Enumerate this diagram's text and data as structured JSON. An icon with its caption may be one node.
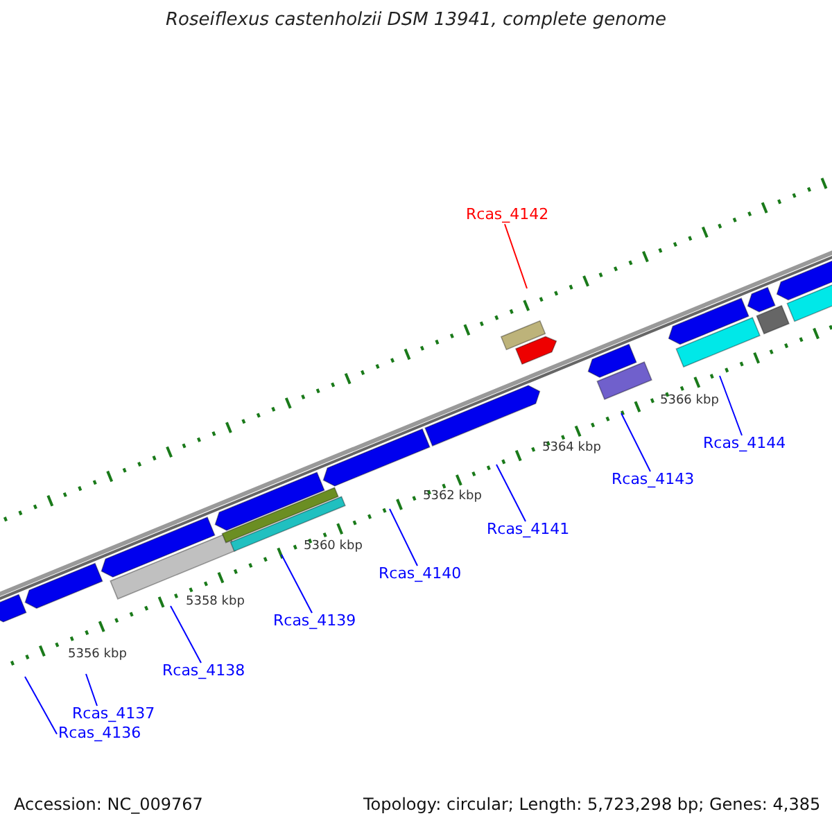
{
  "diagram": {
    "title": "Roseiflexus castenholzii DSM 13941, complete genome",
    "nodes": [
      {
        "text": [
          "Rcas_4142"
        ]
      },
      {
        "text": [
          "Rcas_4144"
        ]
      },
      {
        "text": [
          "Rcas_4143"
        ]
      },
      {
        "text": [
          "Rcas_4141"
        ]
      },
      {
        "text": [
          "Rcas_4140"
        ]
      },
      {
        "text": [
          "Rcas_4139"
        ]
      },
      {
        "text": [
          "Rcas_4138"
        ]
      },
      {
        "text": [
          "Rcas_4137"
        ]
      },
      {
        "text": [
          "Rcas_4136"
        ]
      }
    ],
    "edges": [
      {
        "from": 0,
        "to": null,
        "arrow": "none",
        "color": "#ff0000"
      },
      {
        "from": 1,
        "to": null,
        "arrow": "none"
      },
      {
        "from": 2,
        "to": null,
        "arrow": "none"
      },
      {
        "from": 3,
        "to": null,
        "arrow": "none"
      },
      {
        "from": 4,
        "to": null,
        "arrow": "none"
      },
      {
        "from": 5,
        "to": null,
        "arrow": "none"
      },
      {
        "from": 6,
        "to": null,
        "arrow": "none"
      },
      {
        "from": 7,
        "to": null,
        "arrow": "none"
      },
      {
        "from": 8,
        "to": null,
        "arrow": "none"
      }
    ],
    "labels": [
      "5366 kbp",
      "5364 kbp",
      "5362 kbp",
      "5360 kbp",
      "5358 kbp",
      "5356 kbp",
      "Accession: NC_009767",
      "Topology: circular; Length: 5,723,298 bp; Genes: 4,385"
    ]
  }
}
